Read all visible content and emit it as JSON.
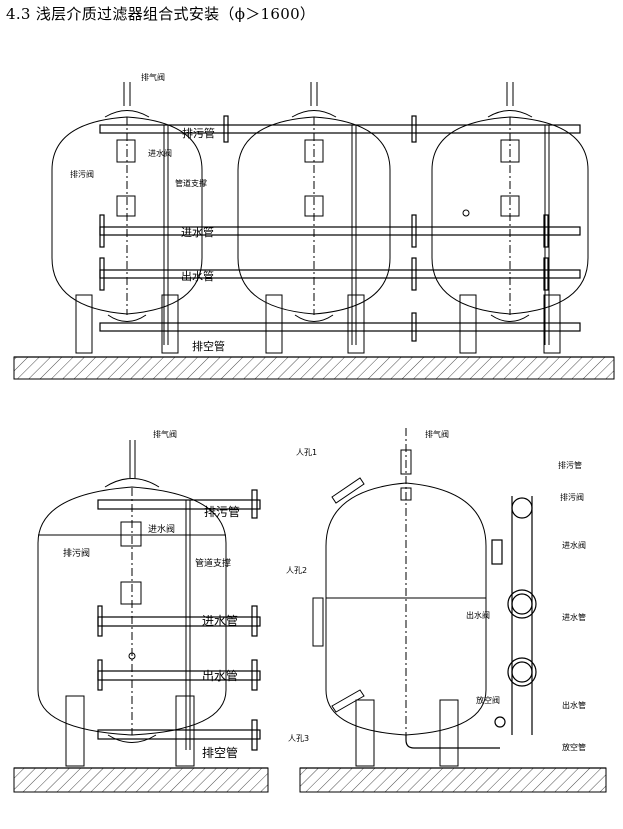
{
  "heading": "4.3 浅层介质过滤器组合式安装（ϕ＞1600）",
  "top_view": {
    "vent_valve": "排气阀",
    "drain_valve": "排污阀",
    "inlet_valve": "进水阀",
    "pipe_support": "管道支撑",
    "drain_pipe": "排污管",
    "inlet_pipe": "进水管",
    "outlet_pipe": "出水管",
    "empty_pipe": "排空管"
  },
  "front_view": {
    "vent_valve": "排气阀",
    "drain_valve": "排污阀",
    "inlet_valve": "进水阀",
    "pipe_support": "管道支撑",
    "drain_pipe": "排污管",
    "inlet_pipe": "进水管",
    "outlet_pipe": "出水管",
    "empty_pipe": "排空管"
  },
  "side_view": {
    "vent_valve": "排气阀",
    "manhole_1": "人孔1",
    "manhole_2": "人孔2",
    "manhole_3": "人孔3",
    "drain_pipe": "排污管",
    "drain_valve": "排污阀",
    "inlet_valve": "进水阀",
    "inlet_pipe": "进水管",
    "outlet_valve": "出水阀",
    "outlet_pipe": "出水管",
    "empty_valve": "放空阀",
    "empty_pipe": "放空管"
  }
}
